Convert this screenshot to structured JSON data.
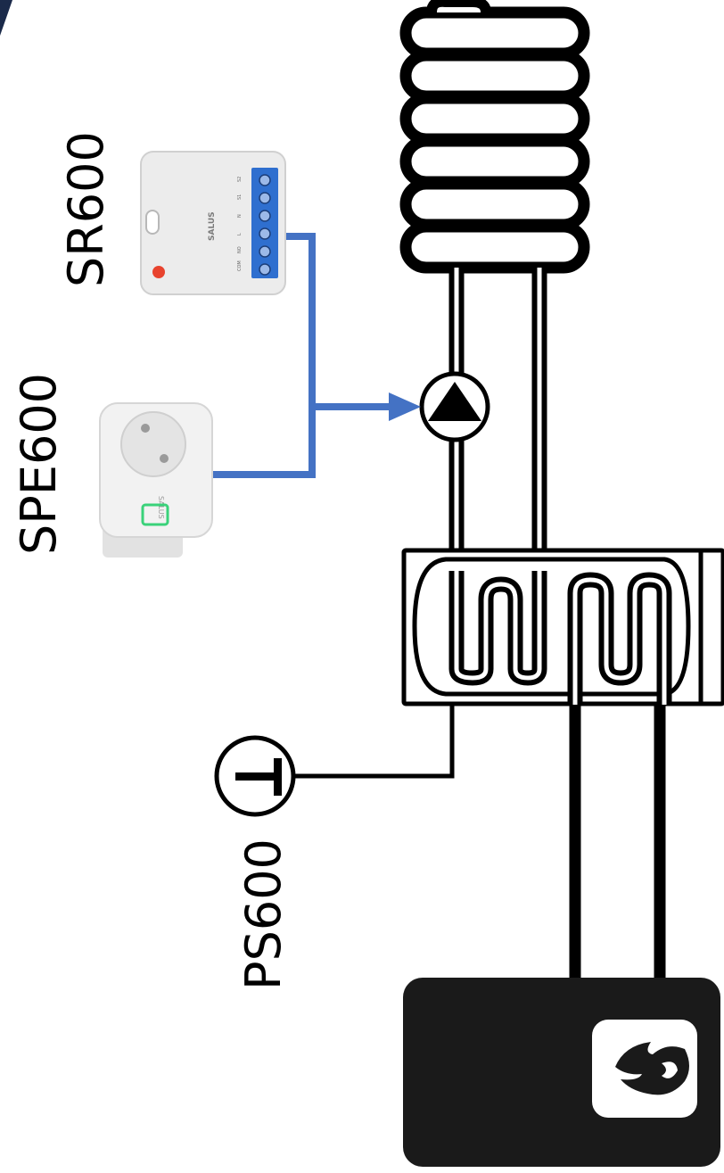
{
  "labels": {
    "sr600": "SR600",
    "spe600": "SPE600",
    "ps600": "PS600",
    "sr600_brand": "SALUS",
    "spe600_brand": "SALUS",
    "sr600_terminals": [
      "COM",
      "NO",
      "L",
      "N",
      "S1",
      "S2"
    ]
  },
  "colors": {
    "pipe": "#000000",
    "control_wire": "#4472c4",
    "device_body": "#ececec",
    "terminal_block": "#2f6fcf",
    "led": "#e8432e",
    "socket_indicator": "#3ad27a",
    "boiler": "#1a1a1a"
  },
  "icons": {
    "pump": "pump-triangle-icon",
    "thermostat": "temperature-sensor-t-icon",
    "boiler": "flame-icon"
  }
}
